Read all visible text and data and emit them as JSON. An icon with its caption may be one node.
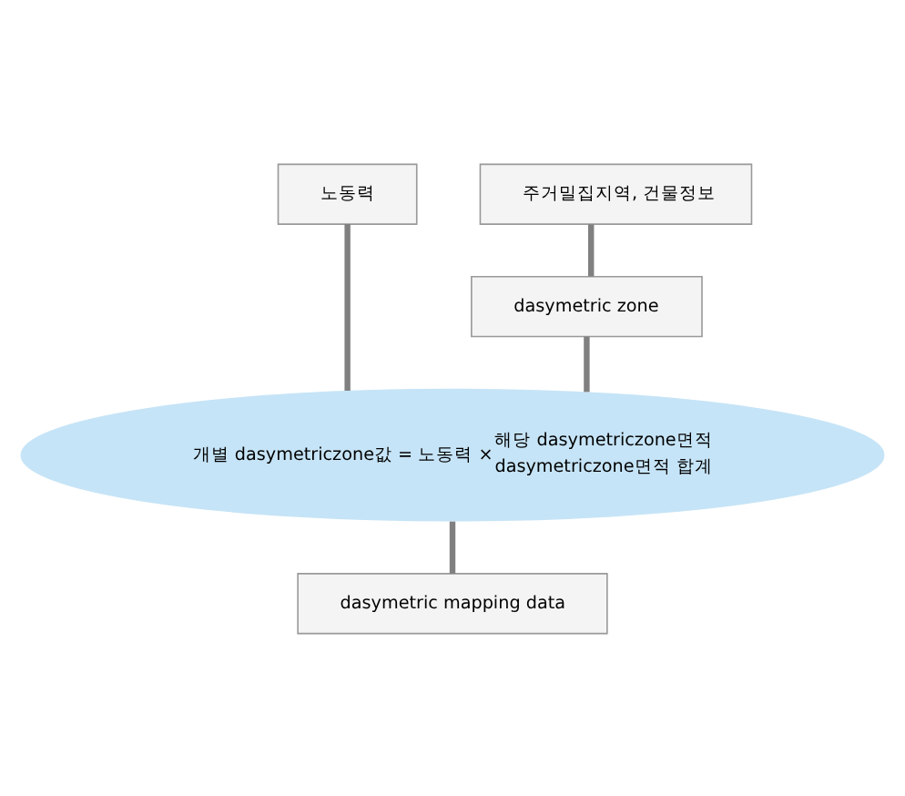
{
  "diagram": {
    "nodes": [
      {
        "text": [
          "노동력"
        ]
      },
      {
        "text": [
          "주거밀집지역, 건물정보"
        ]
      },
      {
        "text": [
          "dasymetric zone"
        ]
      },
      {
        "text": [
          "개별 dasymetriczone값 = 노동력 ×",
          "해당 dasymetriczone면적",
          "dasymetriczone면적 합계"
        ]
      },
      {
        "text": [
          "dasymetric mapping data"
        ]
      }
    ],
    "edges": [
      {
        "from": 1,
        "to": 2,
        "arrow": "none"
      },
      {
        "from": 0,
        "to": 3,
        "arrow": "none"
      },
      {
        "from": 2,
        "to": 3,
        "arrow": "none"
      },
      {
        "from": 3,
        "to": 4,
        "arrow": "none"
      }
    ]
  }
}
